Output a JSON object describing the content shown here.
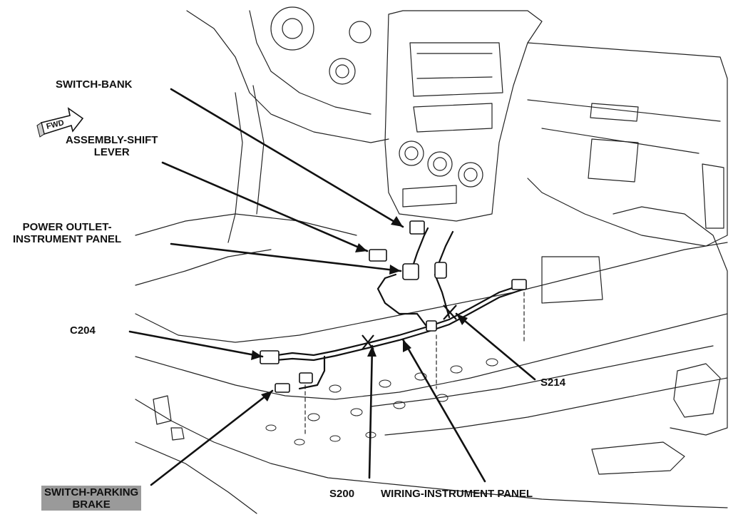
{
  "labels": {
    "switch_bank": "SWITCH-BANK",
    "shift_lever": [
      "ASSEMBLY-SHIFT",
      "LEVER"
    ],
    "power_outlet": [
      "POWER OUTLET-",
      "INSTRUMENT PANEL"
    ],
    "c204": "C204",
    "s214": "S214",
    "switch_parking_brake": [
      "SWITCH-PARKING",
      "BRAKE"
    ],
    "s200": "S200",
    "wiring_instrument_panel": "WIRING-INSTRUMENT PANEL"
  },
  "fwd_indicator": "FWD",
  "colors": {
    "line": "#111111",
    "label_highlight": "#9a9a9a"
  }
}
